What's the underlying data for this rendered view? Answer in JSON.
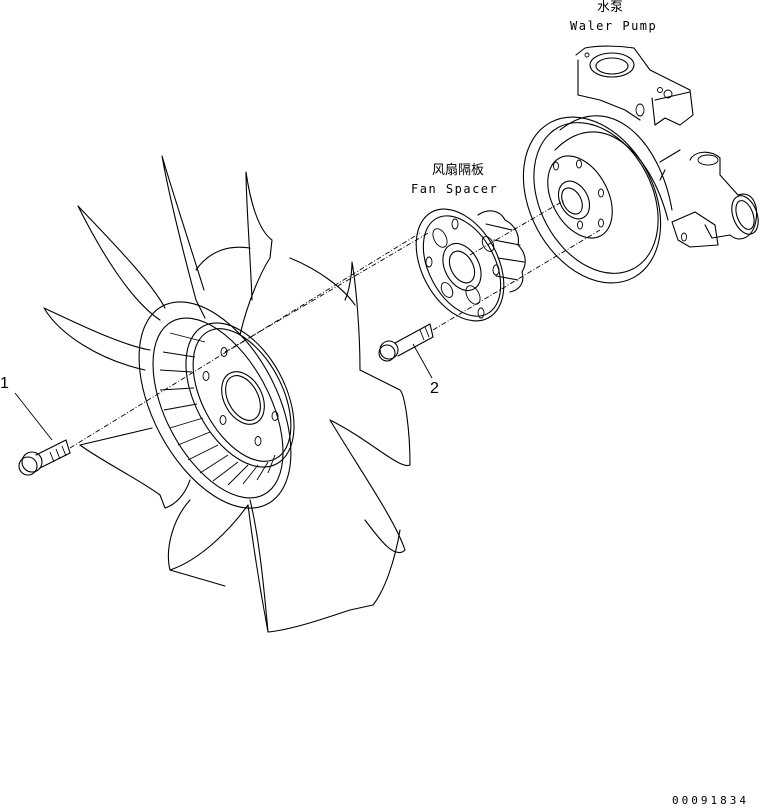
{
  "diagram": {
    "type": "exploded-parts-view",
    "colors": {
      "line": "#000000",
      "background": "#ffffff"
    },
    "parts": [
      {
        "id": "water-pump",
        "label_cn": "水泵",
        "label_en": "Waler Pump"
      },
      {
        "id": "fan-spacer",
        "label_cn": "风扇隔板",
        "label_en": "Fan Spacer"
      },
      {
        "id": "fan",
        "label_cn": "",
        "label_en": ""
      }
    ],
    "callouts": [
      {
        "number": "1",
        "target": "bolt-fan"
      },
      {
        "number": "2",
        "target": "bolt-spacer"
      }
    ],
    "document_number": "00091834"
  }
}
